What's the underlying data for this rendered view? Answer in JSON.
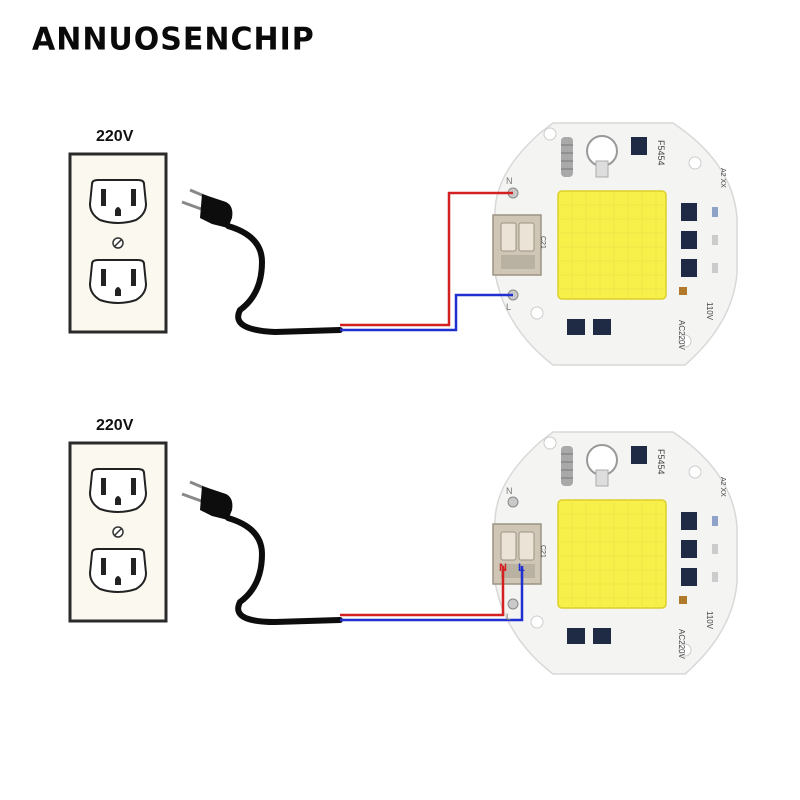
{
  "brand": "ANNUOSENCHIP",
  "diagrams": [
    {
      "voltage_label": "220V",
      "chip": {
        "model": "F5454",
        "rating": "AC220V",
        "volt_mark": "110V",
        "pad_n": "N",
        "pad_l": "L",
        "connector_mark": "C21",
        "corner_mark": "A2 XX"
      },
      "terminal_labels": null
    },
    {
      "voltage_label": "220V",
      "chip": {
        "model": "F5454",
        "rating": "AC220V",
        "volt_mark": "110V",
        "pad_n": "N",
        "pad_l": "L",
        "connector_mark": "C21",
        "corner_mark": "A2 XX"
      },
      "terminal_labels": {
        "n": "N",
        "l": "L"
      }
    }
  ],
  "colors": {
    "wire_n": "#d42020",
    "wire_l": "#1f2fd0",
    "cord": "#0d0d0d",
    "pcb": "#f4f4f2",
    "led_panel": "#f7ef4a",
    "outlet_frame": "#2a2a2a",
    "outlet_fill": "#fbf9ef"
  },
  "icons": [
    "wall-outlet-icon",
    "plug-icon",
    "led-chip-icon",
    "connector-block-icon"
  ]
}
